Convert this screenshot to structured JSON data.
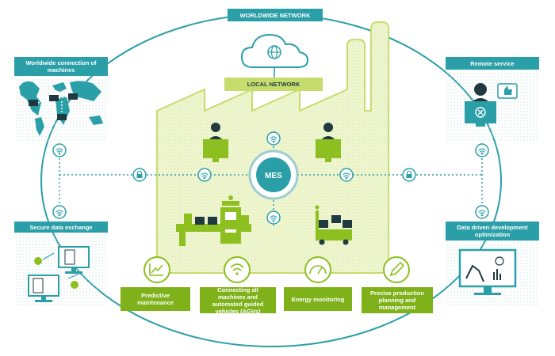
{
  "labels": {
    "worldwide_network": "WORLDWIDE NETWORK",
    "local_network": "LOCAL NETWORK",
    "mes": "MES",
    "worldwide_connection": "Worldwide connection of machines",
    "remote_service": "Remote service",
    "secure_data_exchange": "Secure data exchange",
    "data_driven": "Data driven development optimization"
  },
  "features": [
    {
      "label": "Predictive maintenance",
      "icon": "chart-trend-icon"
    },
    {
      "label": "Connecting all machines and automated guided vehicles (AGVs)",
      "icon": "wifi-icon"
    },
    {
      "label": "Energy monitoring",
      "icon": "gauge-icon"
    },
    {
      "label": "Precise production planning and management",
      "icon": "pencil-icon"
    }
  ],
  "colors": {
    "teal": "#2a9fa8",
    "lime": "#8cbf1f",
    "light_green": "#e6f0bd",
    "factory_fill": "#eef5cf",
    "dark": "#1e3a40"
  }
}
